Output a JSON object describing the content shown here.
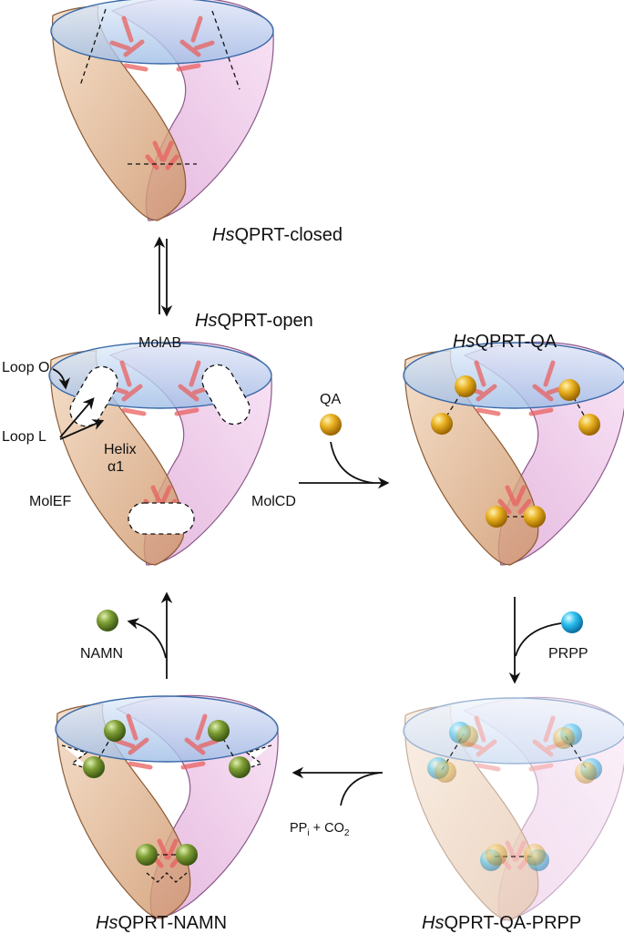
{
  "states": {
    "closed": {
      "prefix": "Hs",
      "suffix": "QPRT-closed"
    },
    "open": {
      "prefix": "Hs",
      "suffix": "QPRT-open"
    },
    "qa": {
      "prefix": "Hs",
      "suffix": "QPRT-QA"
    },
    "namn": {
      "prefix": "Hs",
      "suffix": "QPRT-NAMN"
    },
    "qa_prpp": {
      "prefix": "Hs",
      "suffix": "QPRT-QA-PRPP"
    }
  },
  "annotations": {
    "molab": "MolAB",
    "molef": "MolEF",
    "molcd": "MolCD",
    "loop_o": "Loop O",
    "loop_l": "Loop L",
    "helix_line1": "Helix",
    "helix_line2": "α1"
  },
  "molecules": {
    "qa": {
      "label": "QA",
      "color": "#d99a0e"
    },
    "prpp": {
      "label": "PRPP",
      "color": "#1ab3e8"
    },
    "namn": {
      "label": "NAMN",
      "color": "#6f8f2a"
    }
  },
  "byproduct": {
    "pp": "PP",
    "pp_sub": "i",
    "plus_co": " + CO",
    "co_sub": "2"
  },
  "colors": {
    "rim": "#bcd3f0",
    "brown_lobe": "#e3b790",
    "pink_lobe": "#f0bde8",
    "helix": "#e8605f"
  }
}
